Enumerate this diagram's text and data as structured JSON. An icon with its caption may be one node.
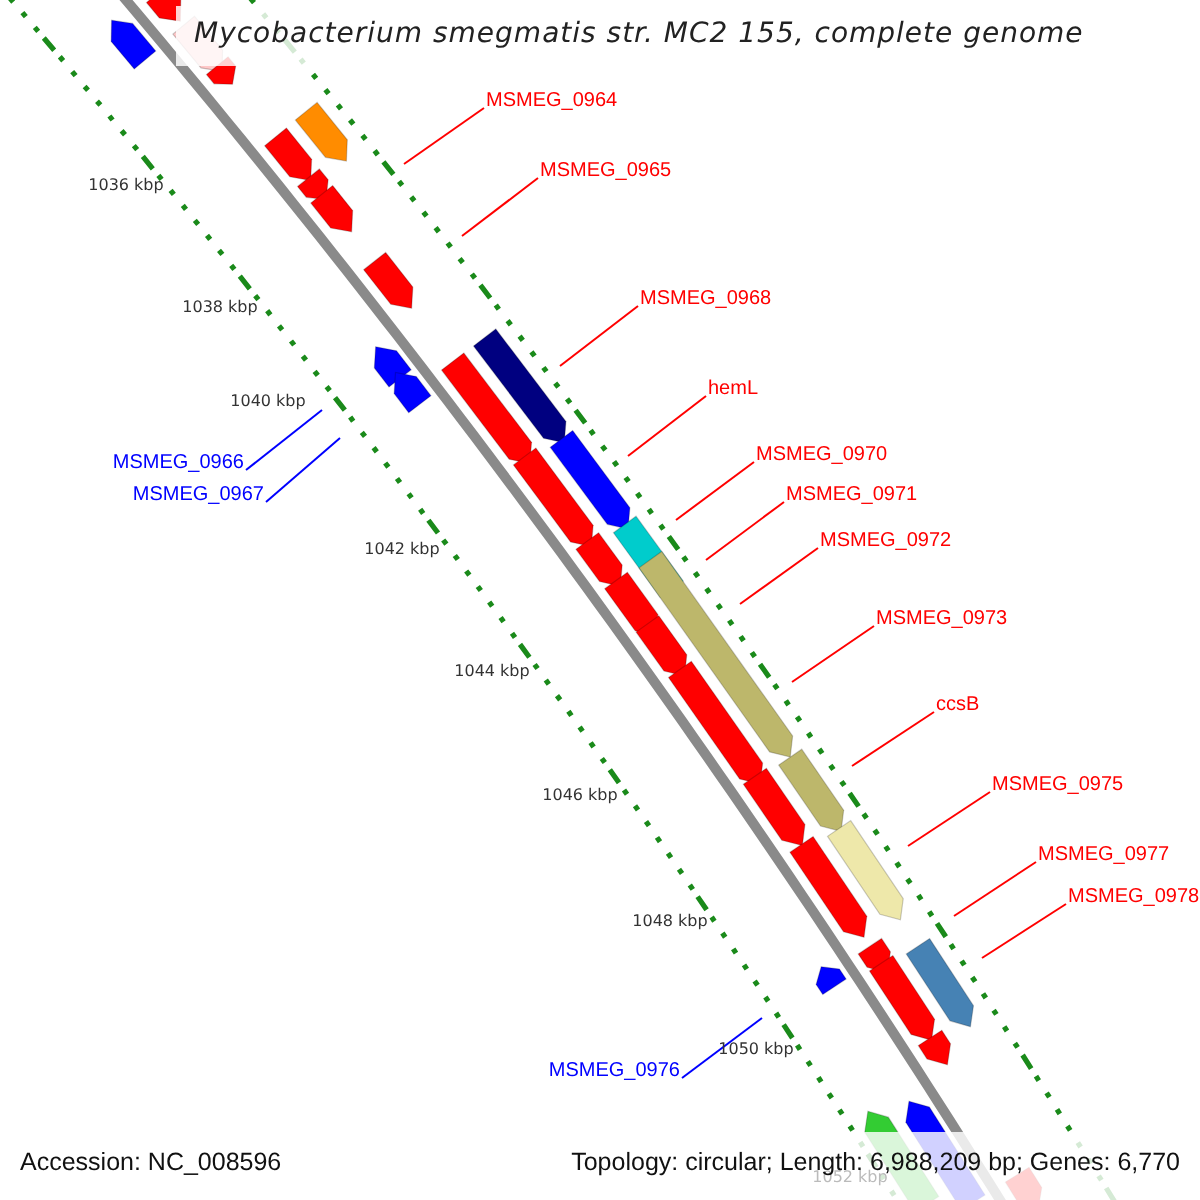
{
  "diagram": {
    "title": "Mycobacterium smegmatis str. MC2 155, complete genome",
    "nodes": [
      {
        "text": [
          "MSMEG_0964"
        ]
      },
      {
        "text": [
          "MSMEG_0965"
        ]
      },
      {
        "text": [
          "MSMEG_0968"
        ]
      },
      {
        "text": [
          "hemL"
        ]
      },
      {
        "text": [
          "MSMEG_0970"
        ]
      },
      {
        "text": [
          "MSMEG_0966"
        ]
      },
      {
        "text": [
          "MSMEG_0967"
        ]
      },
      {
        "text": [
          "MSMEG_0971"
        ]
      },
      {
        "text": [
          "MSMEG_0972"
        ]
      },
      {
        "text": [
          "MSMEG_0973"
        ]
      },
      {
        "text": [
          "ccsB"
        ]
      },
      {
        "text": [
          "MSMEG_0975"
        ]
      },
      {
        "text": [
          "MSMEG_0977"
        ]
      },
      {
        "text": [
          "MSMEG_0978"
        ]
      },
      {
        "text": [
          "MSMEG_0976"
        ]
      }
    ],
    "edges": [
      {
        "from": 0,
        "to": null,
        "arrow": "none"
      },
      {
        "from": 1,
        "to": null,
        "arrow": "none"
      },
      {
        "from": 2,
        "to": null,
        "arrow": "none"
      },
      {
        "from": 3,
        "to": null,
        "arrow": "none"
      },
      {
        "from": 4,
        "to": null,
        "arrow": "none"
      },
      {
        "from": 5,
        "to": null,
        "arrow": "none",
        "color": "#0000ff"
      },
      {
        "from": 6,
        "to": null,
        "arrow": "none",
        "color": "#0000ff"
      },
      {
        "from": 7,
        "to": null,
        "arrow": "none"
      },
      {
        "from": 8,
        "to": null,
        "arrow": "none"
      },
      {
        "from": 9,
        "to": null,
        "arrow": "none"
      },
      {
        "from": 10,
        "to": null,
        "arrow": "none"
      },
      {
        "from": 11,
        "to": null,
        "arrow": "none"
      },
      {
        "from": 12,
        "to": null,
        "arrow": "none"
      },
      {
        "from": 13,
        "to": null,
        "arrow": "none"
      },
      {
        "from": 14,
        "to": null,
        "arrow": "none",
        "color": "#0000ff"
      }
    ],
    "labels": [
      "1036 kbp",
      "1038 kbp",
      "1040 kbp",
      "1042 kbp",
      "1044 kbp",
      "1046 kbp",
      "1048 kbp",
      "1050 kbp",
      "1052 kbp",
      "Accession: NC_008596",
      "Topology: circular; Length: 6,988,209 bp; Genes: 6,770"
    ]
  }
}
